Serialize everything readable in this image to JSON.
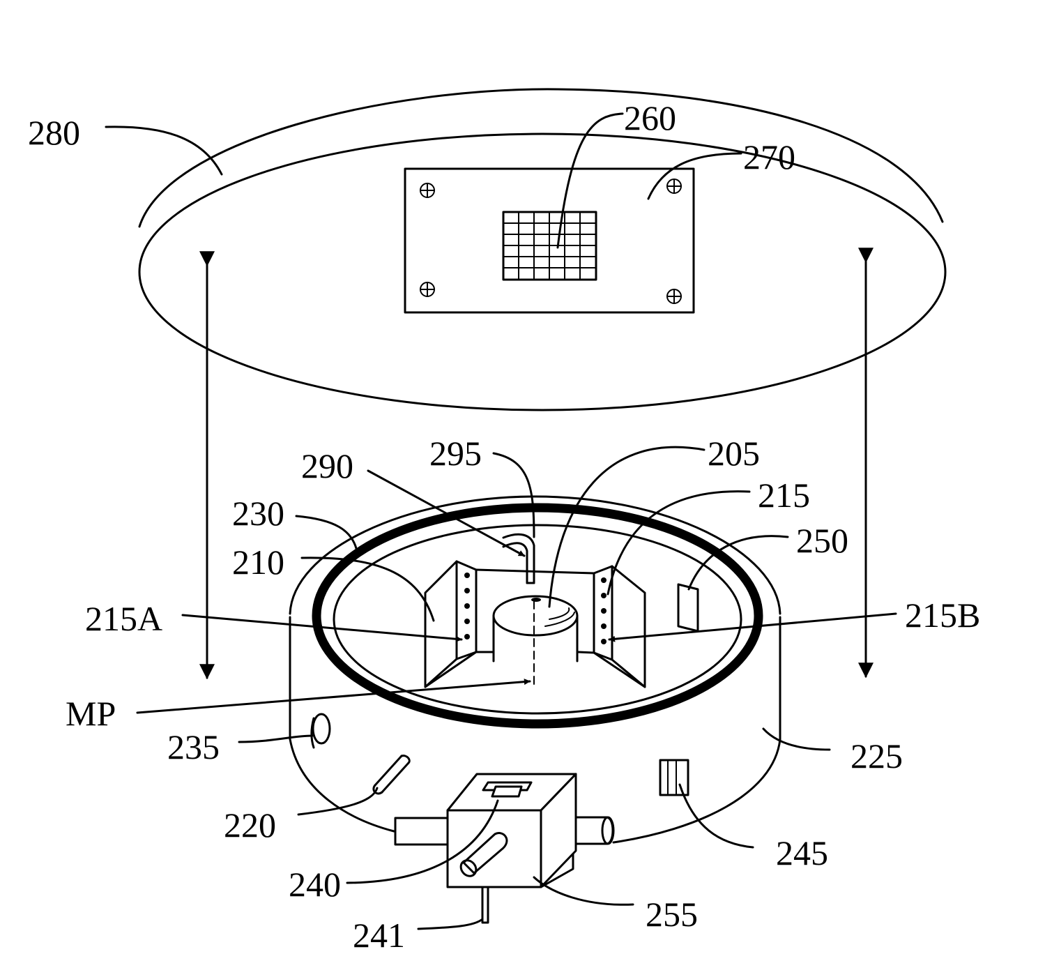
{
  "labels": {
    "l280": "280",
    "l260": "260",
    "l270": "270",
    "l295": "295",
    "l205": "205",
    "l290": "290",
    "l215": "215",
    "l230": "230",
    "l250": "250",
    "l210": "210",
    "l215A": "215A",
    "l215B": "215B",
    "lMP": "MP",
    "l235": "235",
    "l225": "225",
    "l220": "220",
    "l245": "245",
    "l240": "240",
    "l255": "255",
    "l241": "241"
  }
}
